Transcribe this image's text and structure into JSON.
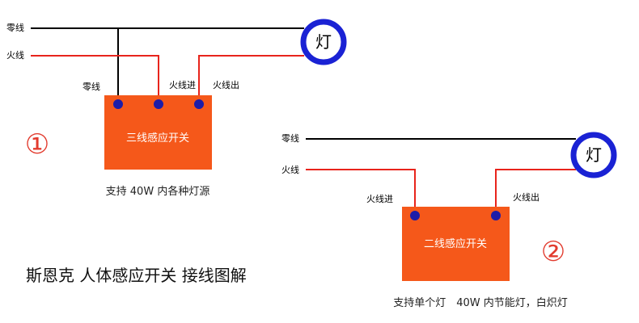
{
  "colors": {
    "neutral_wire": "#000000",
    "live_wire": "#e8241c",
    "switch_box": "#f5581a",
    "terminal": "#1c1ca8",
    "lamp_ring": "#1a22d4",
    "number": "#e23b2e"
  },
  "diagram1": {
    "number": "①",
    "neutral_label": "零线",
    "live_label": "火线",
    "lamp_label": "灯",
    "terminal_neutral": "零线",
    "terminal_live_in": "火线进",
    "terminal_live_out": "火线出",
    "switch_label": "三线感应开关",
    "caption": "支持 40W 内各种灯源"
  },
  "diagram2": {
    "number": "②",
    "neutral_label": "零线",
    "live_label": "火线",
    "lamp_label": "灯",
    "terminal_live_in": "火线进",
    "terminal_live_out": "火线出",
    "switch_label": "二线感应开关",
    "caption": "支持单个灯　40W 内节能灯，白炽灯"
  },
  "title": "斯恩克 人体感应开关  接线图解"
}
